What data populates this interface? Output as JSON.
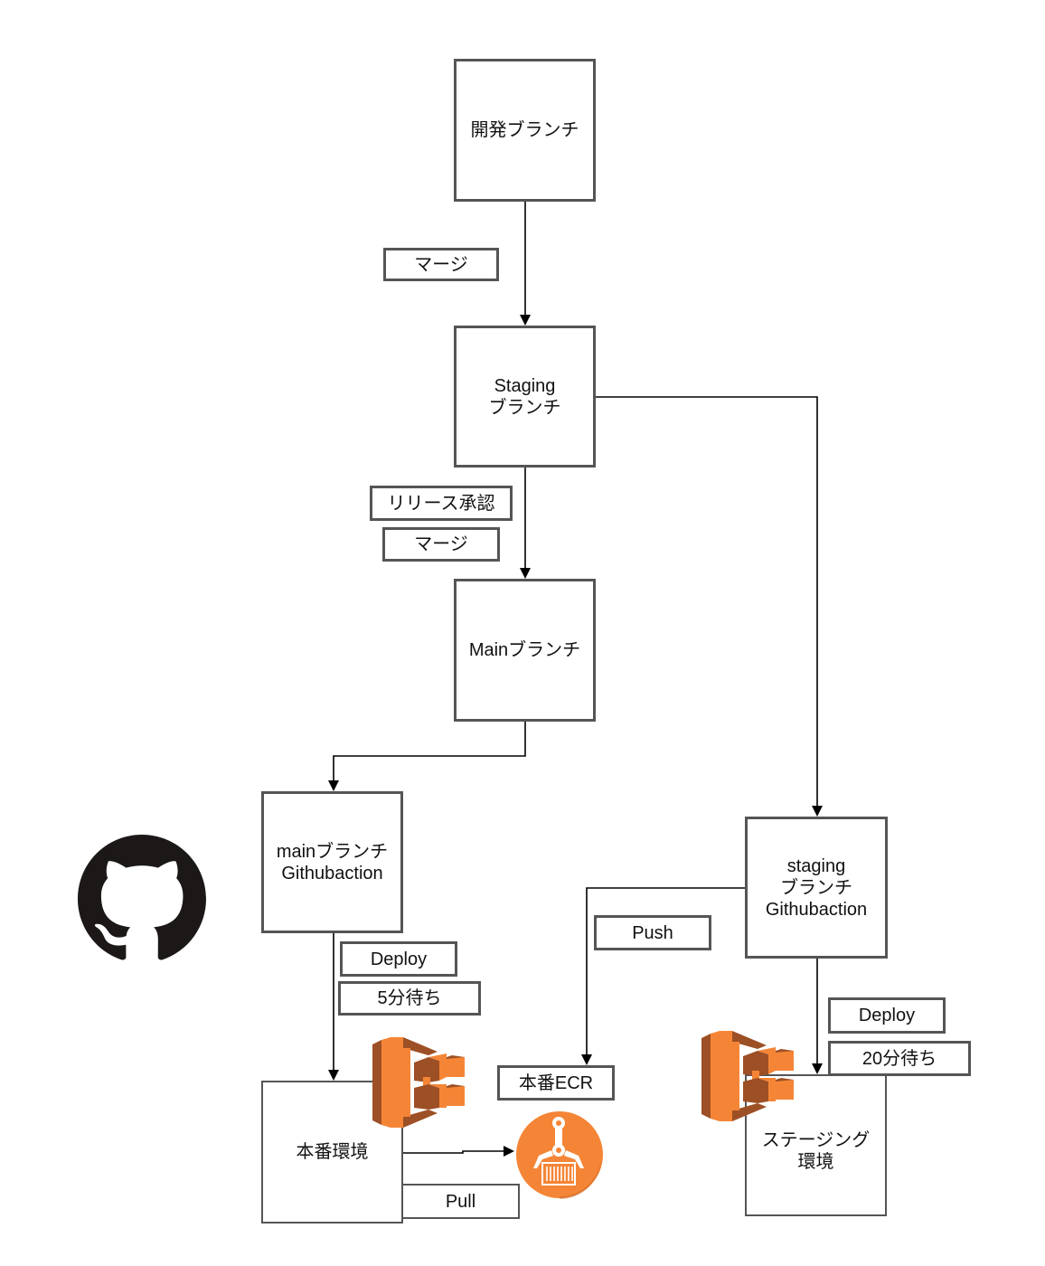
{
  "diagram": {
    "nodes": {
      "dev_branch": "開発ブランチ",
      "staging_branch": "Staging\nブランチ",
      "main_branch": "Mainブランチ",
      "main_ga": "mainブランチ\nGithubaction",
      "staging_ga": "staging\nブランチ\nGithubaction",
      "prod_env": "本番環境",
      "staging_env": "ステージング\n環境"
    },
    "labels": {
      "merge_1": "マージ",
      "release_approval": "リリース承認",
      "merge_2": "マージ",
      "main_deploy": "Deploy",
      "main_wait": "5分待ち",
      "push": "Push",
      "prod_ecr": "本番ECR",
      "pull": "Pull",
      "staging_deploy": "Deploy",
      "staging_wait": "20分待ち"
    },
    "icons": {
      "github": "github-octocat-icon",
      "ecs_prod": "aws-ecs-icon",
      "ecs_staging": "aws-ecs-icon",
      "ecr": "aws-ecr-registry-icon"
    },
    "edges": [
      {
        "from": "開発ブランチ",
        "to": "Staging ブランチ"
      },
      {
        "from": "Staging ブランチ",
        "to": "Mainブランチ"
      },
      {
        "from": "Staging ブランチ",
        "to": "staging ブランチ Githubaction"
      },
      {
        "from": "Mainブランチ",
        "to": "mainブランチ Githubaction"
      },
      {
        "from": "mainブランチ Githubaction",
        "to": "本番環境"
      },
      {
        "from": "staging ブランチ Githubaction",
        "to": "本番ECR"
      },
      {
        "from": "staging ブランチ Githubaction",
        "to": "ステージング 環境"
      },
      {
        "from": "本番環境",
        "to": "ECR registry"
      }
    ],
    "colors": {
      "border": "#555555",
      "line": "#000000",
      "aws_orange": "#F58536",
      "aws_orange_dark": "#9D5025",
      "github_black": "#1B1817"
    }
  }
}
